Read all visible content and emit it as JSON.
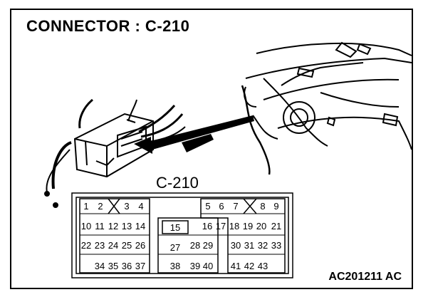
{
  "title": "CONNECTOR : C-210",
  "connector_label": "C-210",
  "figure_code": "AC201211 AC",
  "pins": [
    "1",
    "2",
    "3",
    "4",
    "5",
    "6",
    "7",
    "8",
    "9",
    "10",
    "11",
    "12",
    "13",
    "14",
    "15",
    "16",
    "17",
    "18",
    "19",
    "20",
    "21",
    "22",
    "23",
    "24",
    "25",
    "26",
    "27",
    "28",
    "29",
    "30",
    "31",
    "32",
    "33",
    "34",
    "35",
    "36",
    "37",
    "38",
    "39",
    "40",
    "41",
    "42",
    "43"
  ]
}
